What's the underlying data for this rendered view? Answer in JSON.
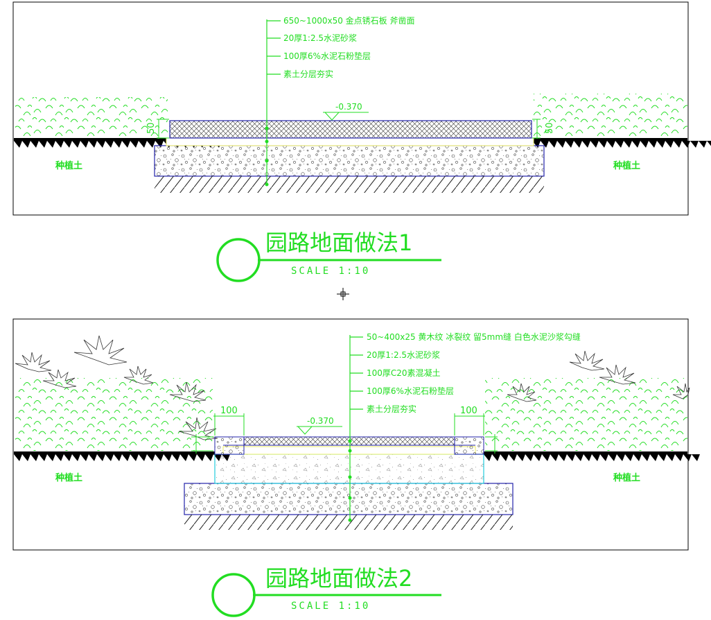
{
  "colors": {
    "accent": "#22dd22",
    "frame": "#000000",
    "outline": "#2222aa",
    "base": "#22ccdd",
    "mortar": "#eeee66"
  },
  "section1": {
    "notes": [
      "650~1000x50 金点锈石板 斧凿面",
      "20厚1:2.5水泥砂浆",
      "100厚6%水泥石粉垫层",
      "素土分层夯实"
    ],
    "elevation": "-0.370",
    "dim_left": "50",
    "dim_right": "50",
    "soil_left": "种植土",
    "soil_right": "种植土",
    "title": "园路地面做法1",
    "scale": "SCALE  1:10"
  },
  "section2": {
    "notes": [
      "50~400x25 黄木纹 冰裂纹 留5mm缝 白色水泥沙浆勾缝",
      "20厚1:2.5水泥砂浆",
      "100厚C20素混凝土",
      "100厚6%水泥石粉垫层",
      "素土分层夯实"
    ],
    "elevation": "-0.370",
    "dim_left": "100",
    "dim_right": "100",
    "soil_left": "种植土",
    "soil_right": "种植土",
    "title": "园路地面做法2",
    "scale": "SCALE  1:10"
  }
}
